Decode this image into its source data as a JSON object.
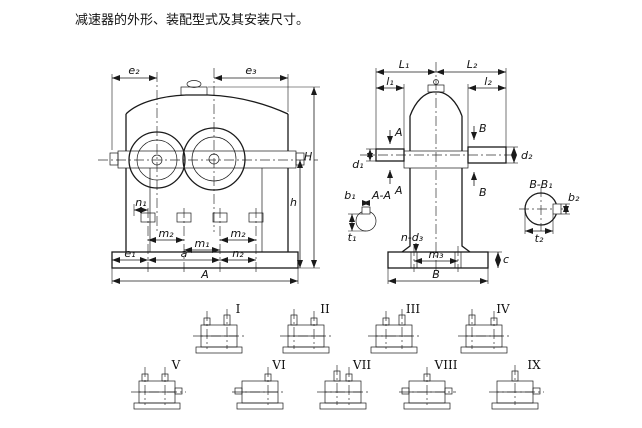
{
  "title": "减速器的外形、装配型式及其安装尺寸。",
  "front_view": {
    "name": "reducer front view",
    "labels": {
      "e2": "e₂",
      "e3": "e₃",
      "H": "H",
      "h": "h",
      "n1": "n₁",
      "m2_left": "m₂",
      "m2_right": "m₂",
      "m1": "m₁",
      "e1": "e₁",
      "a": "a",
      "n2": "n₂",
      "A": "A"
    }
  },
  "side_view": {
    "name": "reducer side view",
    "labels": {
      "L1": "L₁",
      "L2": "L₂",
      "l1": "l₁",
      "l2": "l₂",
      "d1": "d₁",
      "d2": "d₂",
      "cut_a_top": "A",
      "cut_a_bottom": "A",
      "cut_b_top": "B",
      "cut_b_bottom": "B",
      "section_aa": "A-A",
      "b1": "b₁",
      "t1": "t₁",
      "section_bb": "B-B₁",
      "b2": "b₂",
      "t2": "t₂",
      "n_d3": "n-d₃",
      "m3": "m₃",
      "c": "c",
      "B": "B"
    }
  },
  "assembly_types": {
    "items": [
      {
        "label": "I"
      },
      {
        "label": "II"
      },
      {
        "label": "III"
      },
      {
        "label": "IV"
      },
      {
        "label": "V"
      },
      {
        "label": "VI"
      },
      {
        "label": "VII"
      },
      {
        "label": "VIII"
      },
      {
        "label": "IX"
      }
    ]
  },
  "colors": {
    "ink": "#1a1a1a",
    "background": "#ffffff"
  }
}
